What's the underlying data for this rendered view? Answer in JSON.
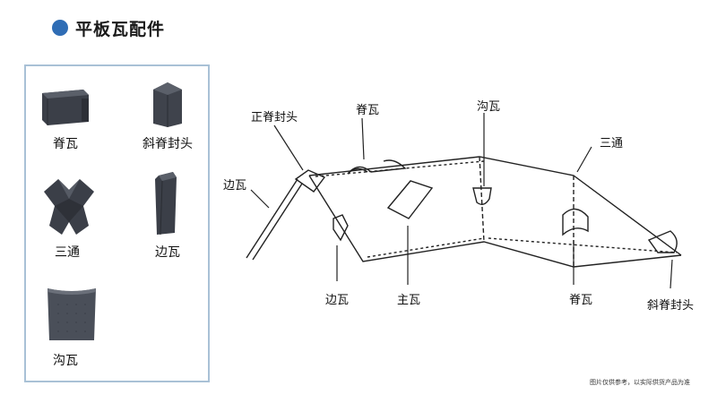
{
  "title": "平板瓦配件",
  "colors": {
    "accent": "#2f6db5",
    "panel_border": "#a9c1d6",
    "part_dark": "#3b3f48"
  },
  "parts": [
    {
      "label": "脊瓦",
      "icon": "ridge-tile-icon"
    },
    {
      "label": "斜脊封头",
      "icon": "hip-ridge-cap-icon"
    },
    {
      "label": "三通",
      "icon": "three-way-tile-icon"
    },
    {
      "label": "边瓦",
      "icon": "edge-tile-icon"
    },
    {
      "label": "沟瓦",
      "icon": "gutter-tile-icon"
    }
  ],
  "diagram_labels": {
    "ridge_end_cap": "正脊封头",
    "ridge_tile_top": "脊瓦",
    "gutter_tile": "沟瓦",
    "three_way": "三通",
    "edge_tile_left": "边瓦",
    "edge_tile_bottom": "边瓦",
    "main_tile": "主瓦",
    "ridge_tile_bottom": "脊瓦",
    "hip_ridge_cap": "斜脊封头"
  },
  "note": "图片仅供参考，以实际供货产品为准"
}
